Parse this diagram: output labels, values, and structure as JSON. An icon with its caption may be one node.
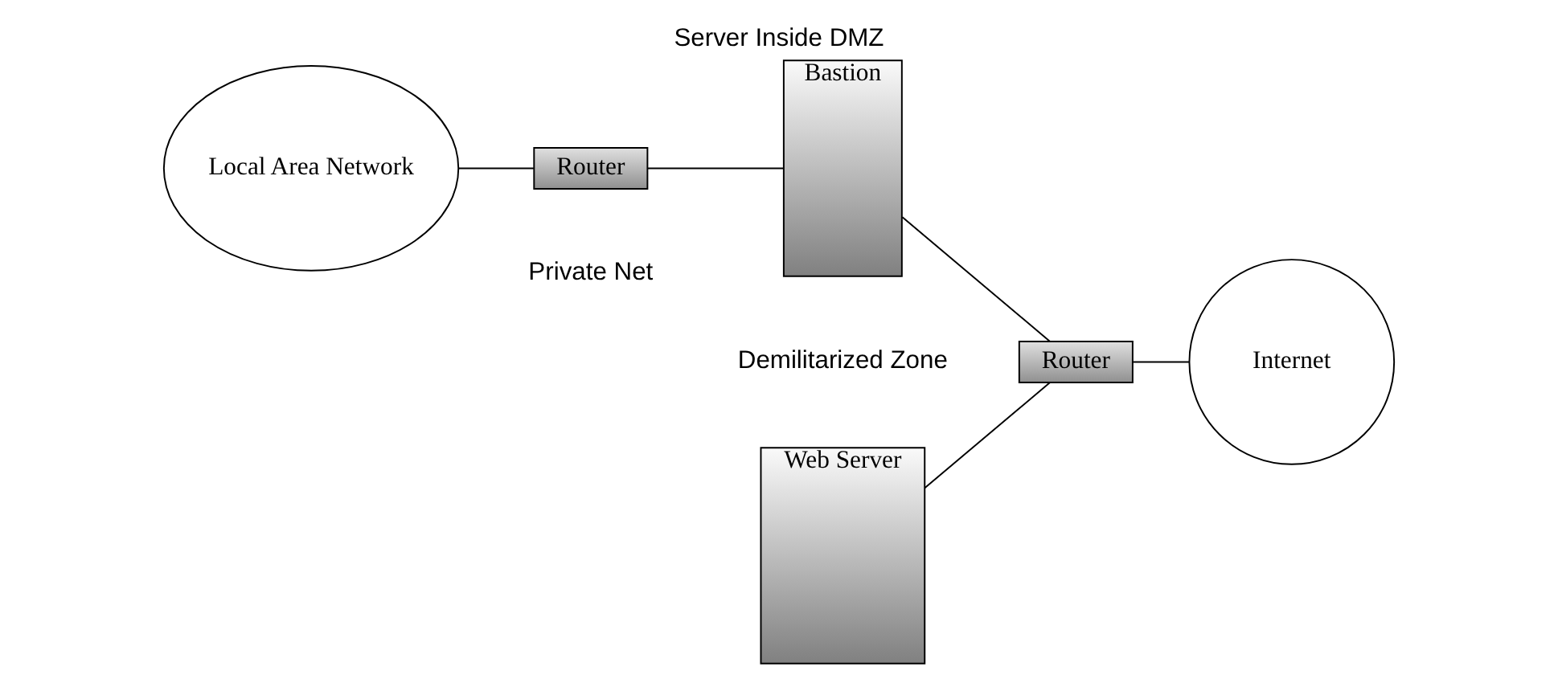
{
  "diagram": {
    "title": "Server Inside DMZ",
    "nodes": [
      {
        "text": [
          "Local Area Network"
        ]
      },
      {
        "text": [
          "Router"
        ]
      },
      {
        "text": [
          "Bastion"
        ]
      },
      {
        "text": [
          "Web Server"
        ]
      },
      {
        "text": [
          "Router"
        ]
      },
      {
        "text": [
          "Internet"
        ]
      }
    ],
    "edges": [
      {
        "from": 0,
        "to": 1,
        "arrow": "none"
      },
      {
        "from": 1,
        "to": 2,
        "arrow": "none"
      },
      {
        "from": 2,
        "to": 4,
        "arrow": "none"
      },
      {
        "from": 3,
        "to": 4,
        "arrow": "none"
      },
      {
        "from": 4,
        "to": 5,
        "arrow": "none"
      }
    ],
    "labels": [
      "Private Net",
      "Demilitarized Zone"
    ]
  }
}
